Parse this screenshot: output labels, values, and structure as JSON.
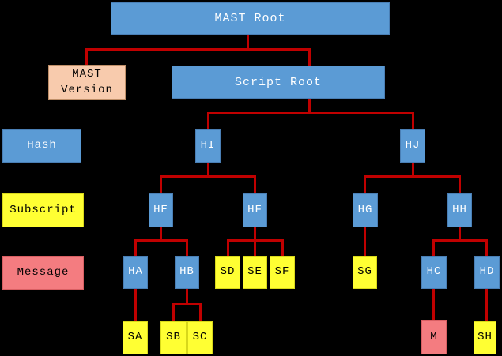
{
  "colors": {
    "background": "#000000",
    "hash_fill": "#5B9BD5",
    "hash_border": "#4a7fb5",
    "subscript_fill": "#FFFF33",
    "subscript_border": "#d8d81a",
    "message_fill": "#F47C80",
    "message_border": "#d95f63",
    "version_fill": "#F8CBAD",
    "version_border": "#bf8f68",
    "connector": "#C00000",
    "text_on_blue": "#FFFFFF",
    "text_dark": "#000000"
  },
  "legend": {
    "hash": {
      "label": "Hash"
    },
    "subscript": {
      "label": "Subscript"
    },
    "message": {
      "label": "Message"
    }
  },
  "nodes": {
    "mast_root": {
      "label": "MAST Root"
    },
    "mast_version": {
      "label": "MAST\nVersion"
    },
    "script_root": {
      "label": "Script Root"
    },
    "hi": {
      "label": "HI"
    },
    "hj": {
      "label": "HJ"
    },
    "he": {
      "label": "HE"
    },
    "hf": {
      "label": "HF"
    },
    "hg": {
      "label": "HG"
    },
    "hh": {
      "label": "HH"
    },
    "ha": {
      "label": "HA"
    },
    "hb": {
      "label": "HB"
    },
    "sd": {
      "label": "SD"
    },
    "se": {
      "label": "SE"
    },
    "sf": {
      "label": "SF"
    },
    "sg": {
      "label": "SG"
    },
    "hc": {
      "label": "HC"
    },
    "hd": {
      "label": "HD"
    },
    "sa": {
      "label": "SA"
    },
    "sb": {
      "label": "SB"
    },
    "sc": {
      "label": "SC"
    },
    "m": {
      "label": "M"
    },
    "sh": {
      "label": "SH"
    }
  }
}
